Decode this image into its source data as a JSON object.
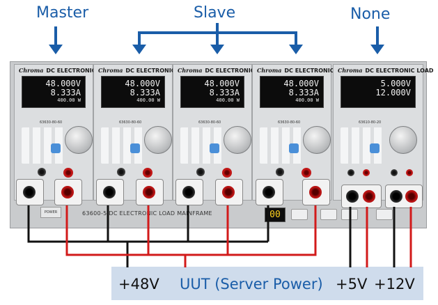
{
  "labels": {
    "master": "Master",
    "slave": "Slave",
    "none": "None"
  },
  "modules": [
    {
      "brand": "Chroma",
      "title": "DC ELECTRONIC LOAD",
      "l1": "48.000",
      "l1u": "V",
      "l2": "8.333",
      "l2u": "A",
      "l3": "400.00",
      "l3u": "W",
      "model": "63630-80-60"
    },
    {
      "brand": "Chroma",
      "title": "DC ELECTRONIC LOAD",
      "l1": "48.000",
      "l1u": "V",
      "l2": "8.333",
      "l2u": "A",
      "l3": "400.00",
      "l3u": "W",
      "model": "63630-80-60"
    },
    {
      "brand": "Chroma",
      "title": "DC ELECTRONIC LOAD",
      "l1": "48.000",
      "l1u": "V",
      "l2": "8.333",
      "l2u": "A",
      "l3": "400.00",
      "l3u": "W",
      "model": "63630-80-60"
    },
    {
      "brand": "Chroma",
      "title": "DC ELECTRONIC LOAD",
      "l1": "48.000",
      "l1u": "V",
      "l2": "8.333",
      "l2u": "A",
      "l3": "400.00",
      "l3u": "W",
      "model": "63630-80-60"
    },
    {
      "brand": "Chroma",
      "title": "DC ELECTRONIC LOAD",
      "l1": "5.000",
      "l1u": "V",
      "l2": "12.000",
      "l2u": "V",
      "l3": "",
      "l3u": "",
      "model": "63610-80-20"
    }
  ],
  "mainframe": {
    "label": "63600-5 DC ELECTRONIC LOAD MAINFRAME",
    "power": "POWER",
    "display": "00"
  },
  "uut": {
    "v48": "+48V",
    "uut": "UUT (Server Power)",
    "v5": "+5V",
    "v12": "+12V"
  },
  "colors": {
    "label_blue": "#1a5da8",
    "band": "#cfdcec",
    "wire_black": "#111111",
    "wire_red": "#d21a1a"
  }
}
